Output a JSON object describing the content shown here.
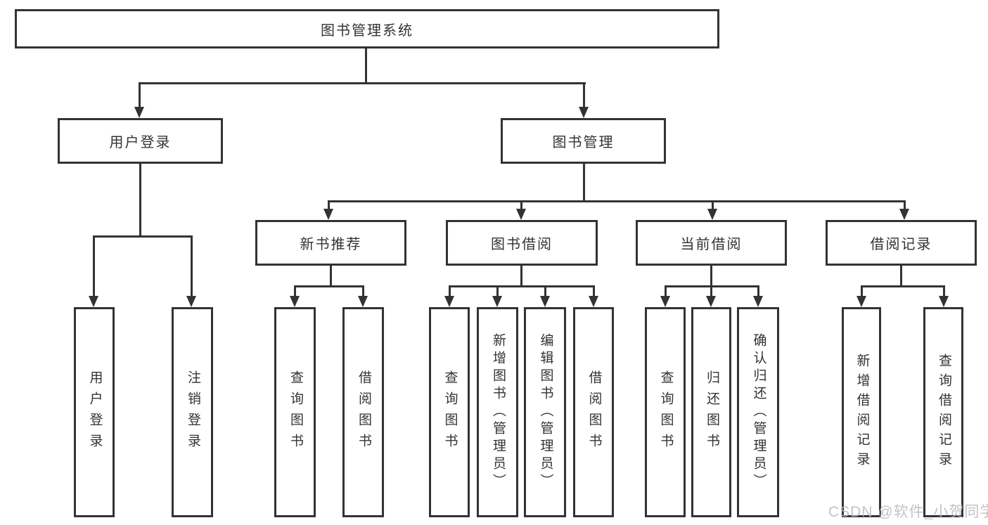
{
  "colors": {
    "line": "#333333",
    "text": "#333333",
    "watermark": "#b9b9b9",
    "background": "#ffffff"
  },
  "watermark": "CSDN @软件_小贺同学",
  "nodes": {
    "root": {
      "label": "图书管理系统"
    },
    "level2": [
      {
        "label": "用户登录"
      },
      {
        "label": "图书管理"
      }
    ],
    "level3": [
      {
        "label": "新书推荐"
      },
      {
        "label": "图书借阅"
      },
      {
        "label": "当前借阅"
      },
      {
        "label": "借阅记录"
      }
    ],
    "leaves": [
      {
        "label": "用户登录"
      },
      {
        "label": "注销登录"
      },
      {
        "label": "查询图书"
      },
      {
        "label": "借阅图书"
      },
      {
        "label": "查询图书"
      },
      {
        "label": "新增图书（管理员）"
      },
      {
        "label": "编辑图书（管理员）"
      },
      {
        "label": "借阅图书"
      },
      {
        "label": "查询图书"
      },
      {
        "label": "归还图书"
      },
      {
        "label": "确认归还（管理员）"
      },
      {
        "label": "新增借阅记录"
      },
      {
        "label": "查询借阅记录"
      }
    ]
  }
}
